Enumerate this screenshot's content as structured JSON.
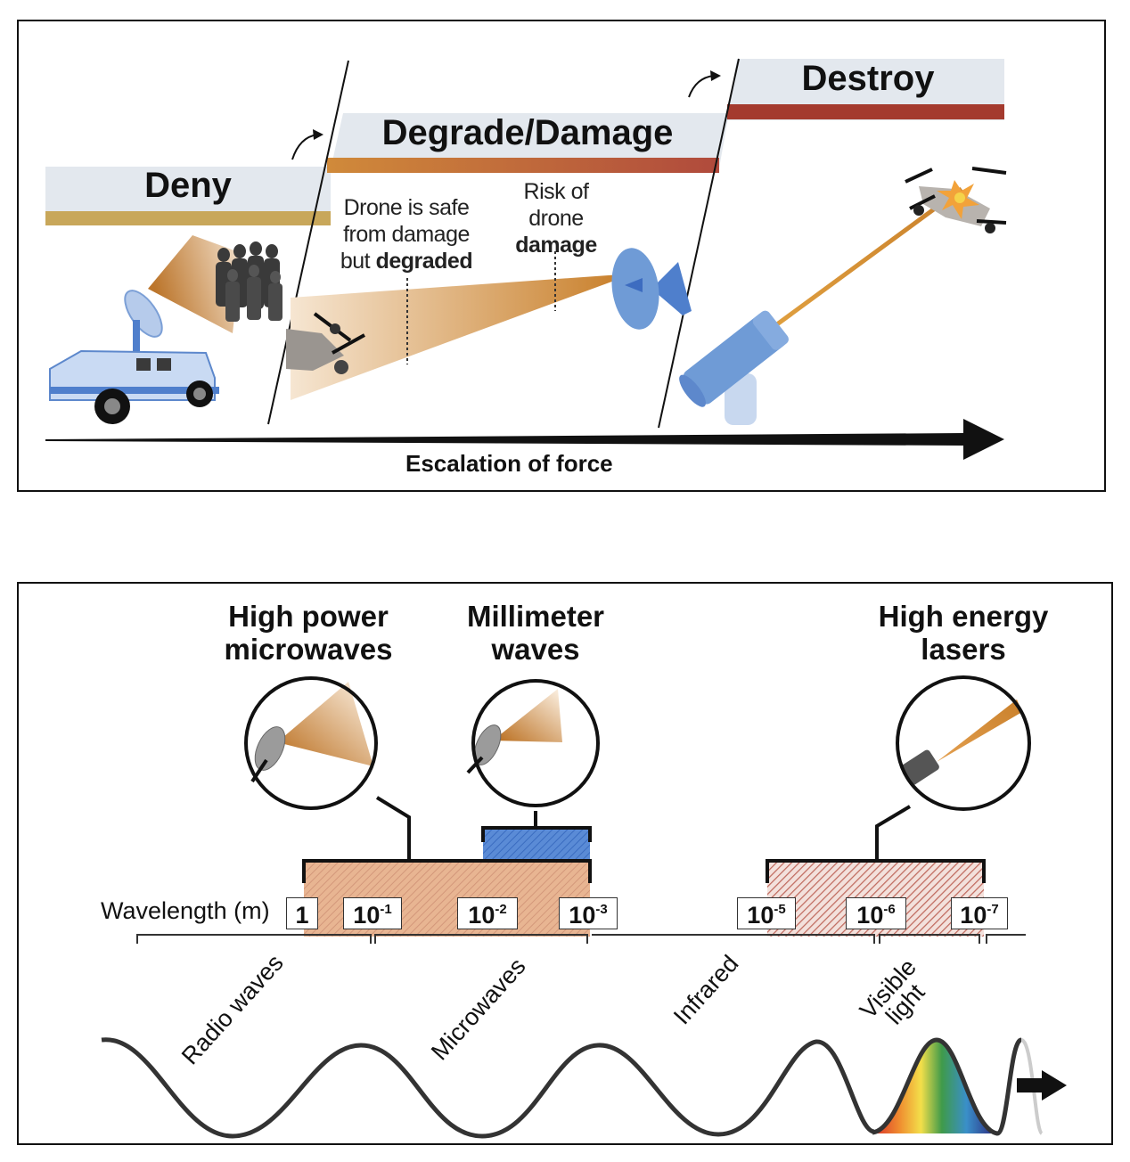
{
  "top_diagram": {
    "stages": [
      {
        "title": "Deny",
        "bar_color": "#c8a75a"
      },
      {
        "title": "Degrade/Damage",
        "bar_color_start": "#d08a3a",
        "bar_color_end": "#b04a3c"
      },
      {
        "title": "Destroy",
        "bar_color": "#a43a2e"
      }
    ],
    "notes": {
      "degraded": {
        "line1": "Drone is safe",
        "line2": "from damage",
        "line3_plain": "but ",
        "line3_bold": "degraded"
      },
      "damage": {
        "line1": "Risk of",
        "line2": "drone",
        "line3_bold": "damage"
      }
    },
    "axis_label": "Escalation of force",
    "colors": {
      "header_bg": "#e3e8ee",
      "beam": "#c9802b",
      "equipment_blue": "#6f9bd6"
    }
  },
  "bottom_diagram": {
    "weapons": [
      {
        "line1": "High power",
        "line2": "microwaves"
      },
      {
        "line1": "Millimeter",
        "line2": "waves"
      },
      {
        "line1": "High energy",
        "line2": "lasers"
      }
    ],
    "wavelength_title": "Wavelength (m)",
    "wavelength_ticks": [
      {
        "base": "1",
        "exp": ""
      },
      {
        "base": "10",
        "exp": "-1"
      },
      {
        "base": "10",
        "exp": "-2"
      },
      {
        "base": "10",
        "exp": "-3"
      },
      {
        "base": "10",
        "exp": "-5"
      },
      {
        "base": "10",
        "exp": "-6"
      },
      {
        "base": "10",
        "exp": "-7"
      }
    ],
    "bands": [
      {
        "label": "Radio waves"
      },
      {
        "label": "Microwaves"
      },
      {
        "label": "Infrared"
      },
      {
        "label_line1": "Visible",
        "label_line2": "light"
      }
    ],
    "colors": {
      "microwave_range": "#e8b592",
      "millimeter_range": "#4a7fd0",
      "laser_range": "#c97a6e"
    }
  }
}
